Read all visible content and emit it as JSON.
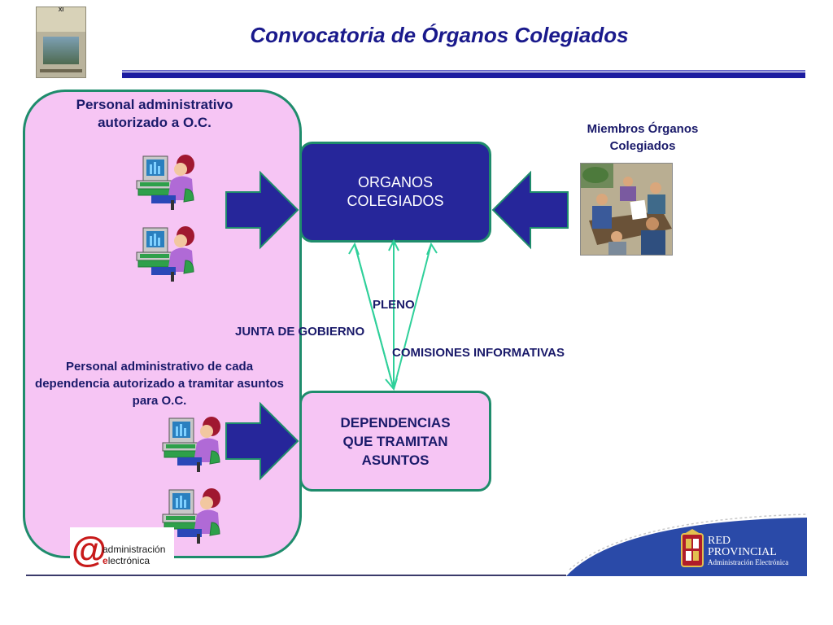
{
  "title": "Convocatoria de Órganos Colegiados",
  "poster": {
    "badge": "XI"
  },
  "left_panel": {
    "top_label_line1": "Personal administrativo",
    "top_label_line2": "autorizado a O.C.",
    "mid_label_line1": "Personal administrativo de cada",
    "mid_label_line2": "dependencia autorizado a tramitar asuntos",
    "mid_label_line3": "para O.C."
  },
  "box_organos": {
    "line1": "ORGANOS",
    "line2": "COLEGIADOS"
  },
  "box_dependencias": {
    "line1": "DEPENDENCIAS",
    "line2": "QUE TRAMITAN",
    "line3": "ASUNTOS"
  },
  "miembros": {
    "line1": "Miembros Órganos",
    "line2": "Colegiados"
  },
  "flows": {
    "pleno": "PLENO",
    "junta": "JUNTA DE GOBIERNO",
    "comisiones": "COMISIONES INFORMATIVAS"
  },
  "logo_ae": {
    "at": "@",
    "line1": "administración",
    "line2_e": "e",
    "line2_rest": "lectrónica"
  },
  "red_provincial": {
    "line1": "RED",
    "line2": "PROVINCIAL",
    "line3": "Administración Electrónica"
  },
  "icons": [
    "poster-icon",
    "office-worker-icon",
    "right-arrow-icon",
    "left-arrow-icon",
    "meeting-photo-icon",
    "crest-icon"
  ],
  "colors": {
    "title": "#1a1a8c",
    "panel_fill": "#f6c5f4",
    "border": "#1f8c6c",
    "box_fill": "#26269a",
    "arrow_fill": "#26269a",
    "line": "#2fd09a"
  }
}
